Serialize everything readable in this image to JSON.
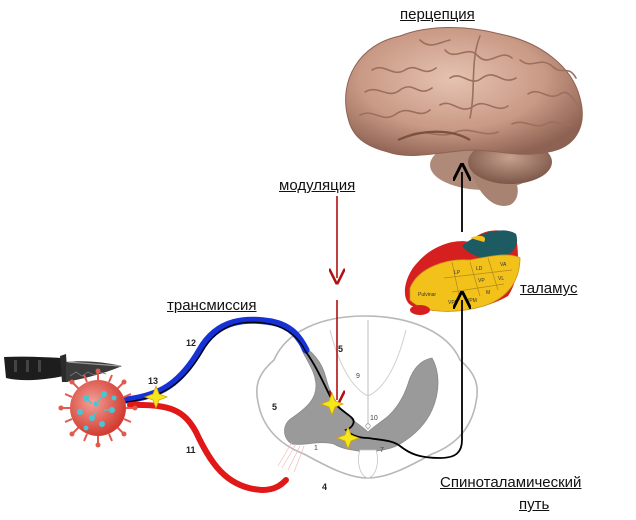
{
  "labels": {
    "perception": "перцепция",
    "modulation": "модуляция",
    "transmission": "трансмиссия",
    "thalamus": "таламус",
    "spinothalamic_line1": "Спиноталамический",
    "spinothalamic_line2": "путь"
  },
  "numbers": {
    "n12": "12",
    "n13": "13",
    "n11": "11",
    "n5_top": "5",
    "n9": "9",
    "n10": "10",
    "n5_left": "5",
    "n1": "1",
    "n7": "7",
    "n4": "4"
  },
  "thalamus_nuclei": [
    "LP",
    "LD",
    "VA",
    "VL",
    "VP",
    "VPL",
    "VPM",
    "M",
    "Pulvinar"
  ],
  "colors": {
    "fiber_blue": "#1631d6",
    "fiber_red": "#e01818",
    "modulation_arrow": "#b01010",
    "pathway_black": "#000000",
    "grey_matter": "#9a9a9a",
    "spark": "#f5e71a",
    "thalamus_yellow": "#f2c21a",
    "thalamus_red": "#d62020",
    "thalamus_teal": "#1d5b63",
    "brain": "#c89a86"
  },
  "icons": [
    "knife-icon",
    "virus-icon",
    "brain-image",
    "thalamus-image"
  ]
}
